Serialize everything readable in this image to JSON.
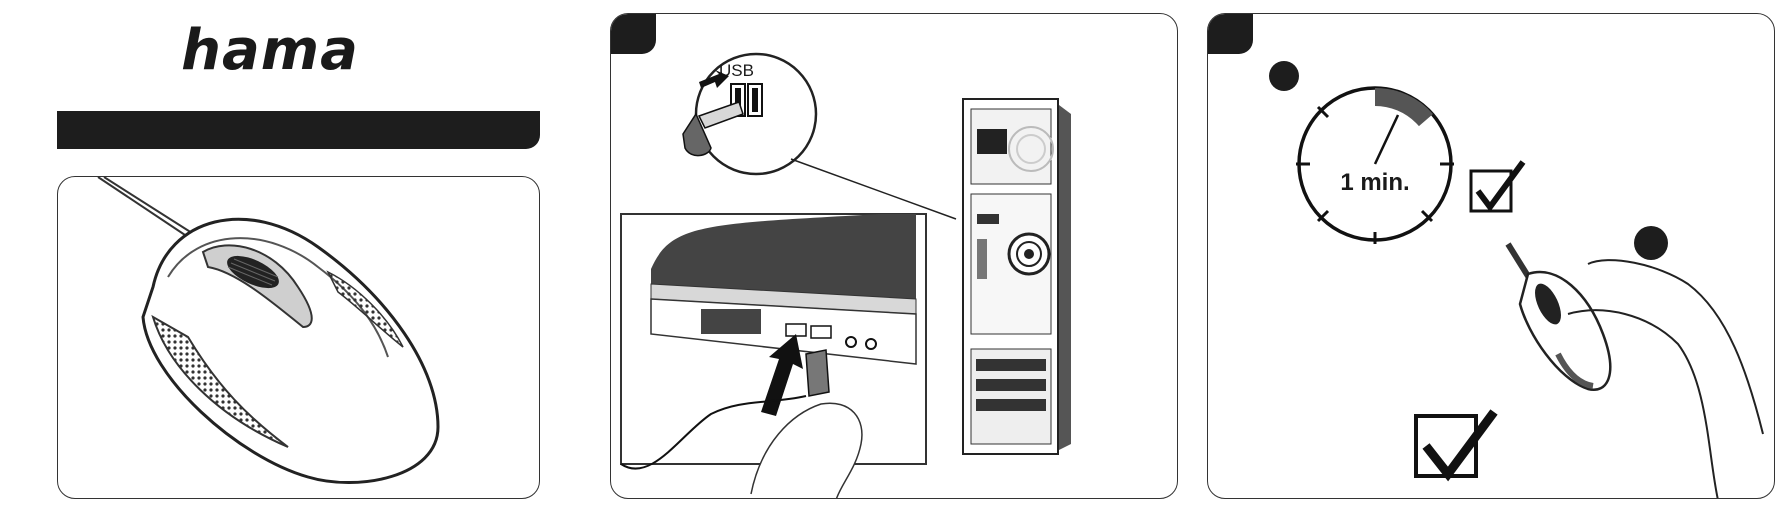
{
  "brand": {
    "logo": "hama"
  },
  "step2": {
    "port_label": "USB"
  },
  "step3": {
    "timer_label": "1 min."
  },
  "colors": {
    "ink": "#1d1d1d",
    "gray": "#777777",
    "light": "#d8d8d8"
  }
}
